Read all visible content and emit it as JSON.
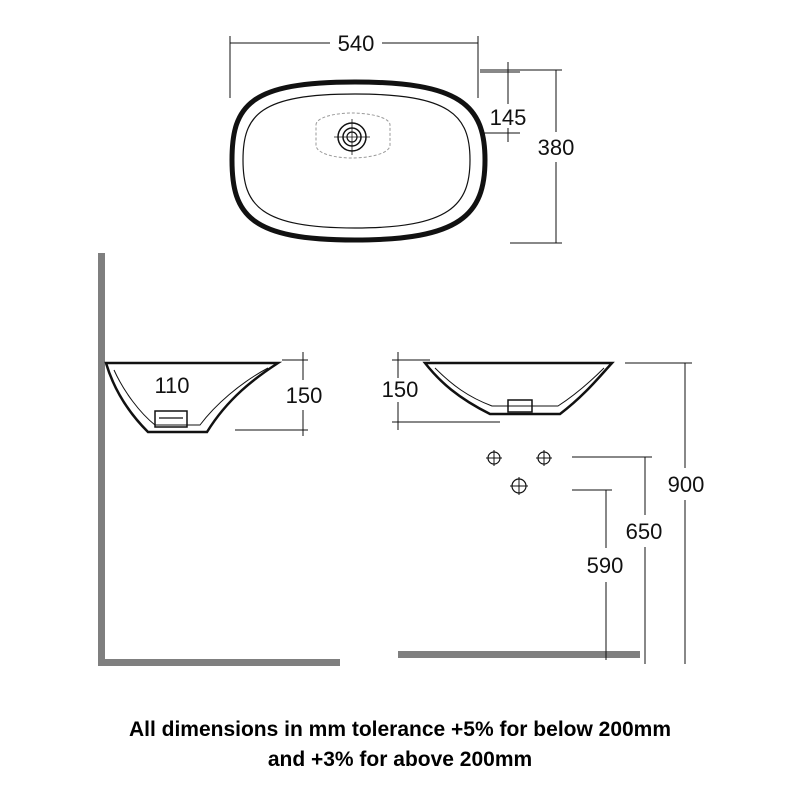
{
  "plan_view": {
    "width_label": "540",
    "waste_offset_label": "145",
    "depth_label": "380"
  },
  "side_view": {
    "waste_label": "110",
    "height_label": "150"
  },
  "front_view": {
    "height_label": "150",
    "top_height_label": "900",
    "tap_height_label": "650",
    "waste_height_label": "590"
  },
  "note": {
    "line1": "All dimensions in mm tolerance +5% for below 200mm",
    "line2": "and +3% for above 200mm"
  },
  "colors": {
    "line": "#111111",
    "wall": "#7f7f7f",
    "dash": "#9a9a9a"
  }
}
